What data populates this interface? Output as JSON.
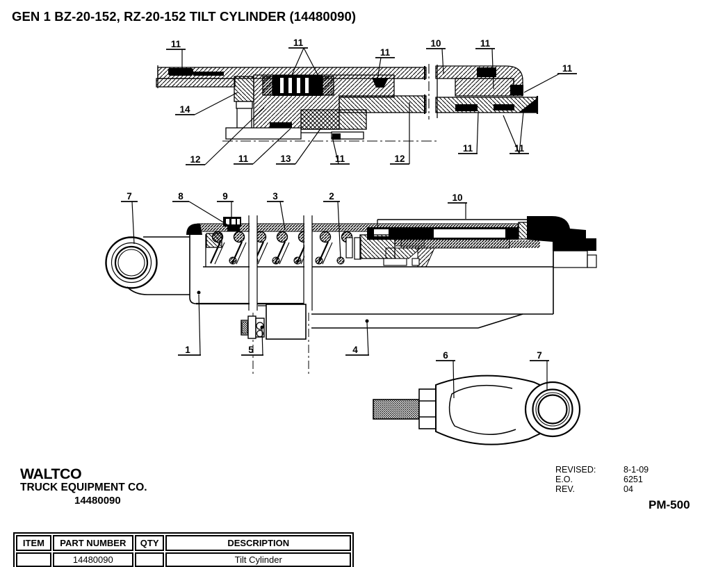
{
  "page": {
    "title": "GEN 1 BZ-20-152, RZ-20-152 TILT CYLINDER (14480090)"
  },
  "colors": {
    "ink": "#000000",
    "paper": "#ffffff"
  },
  "brand": {
    "logo": "WALTCO",
    "company": "TRUCK EQUIPMENT CO.",
    "part_number": "14480090"
  },
  "revision": {
    "revised_label": "REVISED:",
    "revised_value": "8-1-09",
    "eo_label": "E.O.",
    "eo_value": "6251",
    "rev_label": "REV.",
    "rev_value": "04",
    "doc_code": "PM-500"
  },
  "parts_table": {
    "headers": [
      "ITEM",
      "PART NUMBER",
      "QTY",
      "DESCRIPTION"
    ],
    "rows": [
      {
        "item": "",
        "part_number": "14480090",
        "qty": "",
        "description": "Tilt Cylinder"
      }
    ]
  },
  "callouts": [
    {
      "label": "11"
    },
    {
      "label": "11"
    },
    {
      "label": "11"
    },
    {
      "label": "10"
    },
    {
      "label": "11"
    },
    {
      "label": "11"
    },
    {
      "label": "14"
    },
    {
      "label": "12"
    },
    {
      "label": "11"
    },
    {
      "label": "13"
    },
    {
      "label": "11"
    },
    {
      "label": "12"
    },
    {
      "label": "7"
    },
    {
      "label": "8"
    },
    {
      "label": "9"
    },
    {
      "label": "3"
    },
    {
      "label": "2"
    },
    {
      "label": "10"
    },
    {
      "label": "1"
    },
    {
      "label": "5"
    },
    {
      "label": "4"
    },
    {
      "label": "6"
    },
    {
      "label": "7"
    },
    {
      "label": "11"
    },
    {
      "label": "11"
    }
  ]
}
